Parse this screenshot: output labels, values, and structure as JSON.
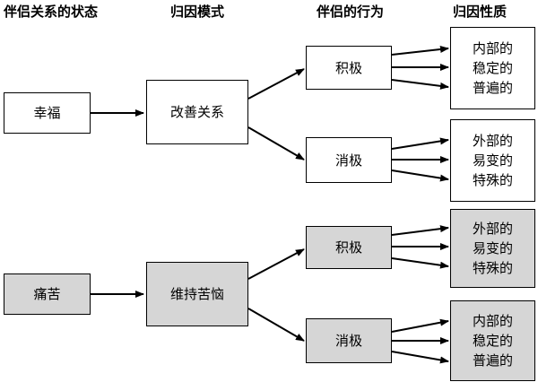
{
  "headers": {
    "state": "伴侣关系的状态",
    "pattern": "归因模式",
    "behavior": "伴侣的行为",
    "nature": "归因性质"
  },
  "top": {
    "state": "幸福",
    "pattern": "改善关系",
    "positive": "积极",
    "negative": "消极",
    "positive_nature": [
      "内部的",
      "稳定的",
      "普遍的"
    ],
    "negative_nature": [
      "外部的",
      "易变的",
      "特殊的"
    ]
  },
  "bottom": {
    "state": "痛苦",
    "pattern": "维持苦恼",
    "positive": "积极",
    "negative": "消极",
    "positive_nature": [
      "外部的",
      "易变的",
      "特殊的"
    ],
    "negative_nature": [
      "内部的",
      "稳定的",
      "普遍的"
    ]
  }
}
